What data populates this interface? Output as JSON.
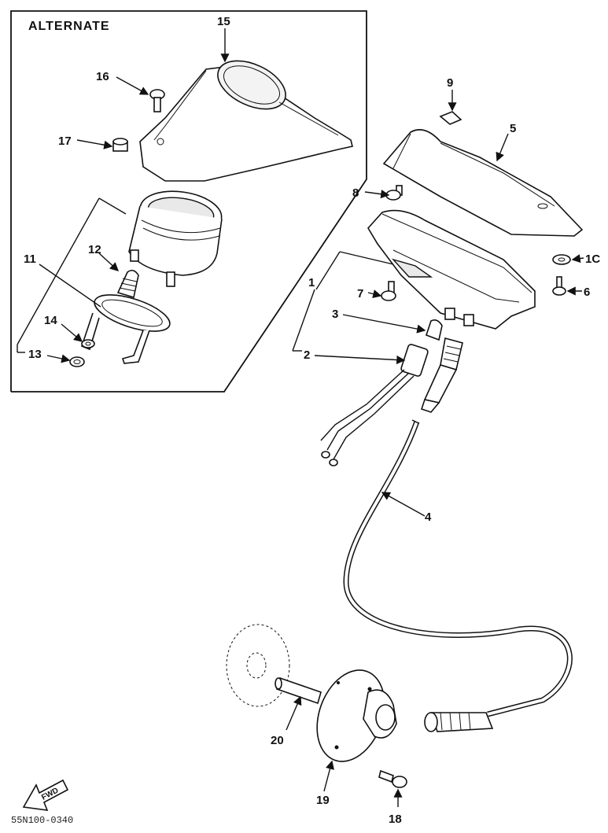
{
  "alternate_title": "ALTERNATE",
  "callouts": {
    "c1": "1",
    "c2": "2",
    "c3": "3",
    "c4": "4",
    "c5": "5",
    "c6": "6",
    "c7": "7",
    "c8": "8",
    "c9": "9",
    "c10": "1C",
    "c11": "11",
    "c12": "12",
    "c13": "13",
    "c14": "14",
    "c15": "15",
    "c16": "16",
    "c17": "17",
    "c18": "18",
    "c19": "19",
    "c20": "20"
  },
  "fwd_label": "FWD",
  "drawing_code": "55N100-0340"
}
